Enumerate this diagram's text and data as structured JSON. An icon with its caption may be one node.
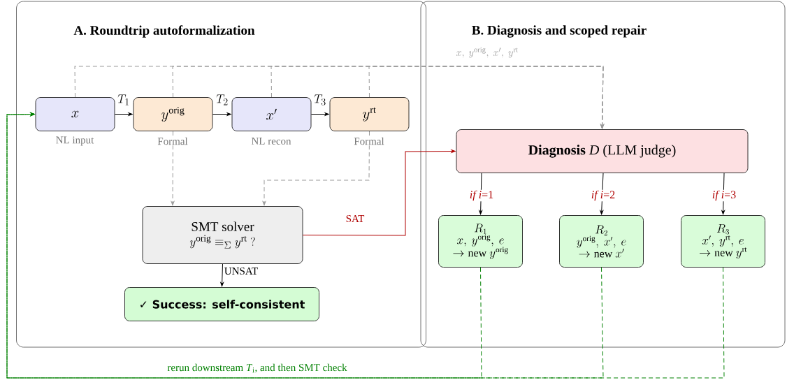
{
  "diagram": {
    "nodes": [
      {
        "text": [
          "A. Roundtrip autoformalization"
        ]
      },
      {
        "text": [
          "B. Diagnosis and scoped repair"
        ]
      },
      {
        "text": [
          "x"
        ],
        "beside": [
          "NL input"
        ],
        "in": 0
      },
      {
        "text": [
          "y^{\\mathrm{orig}}"
        ],
        "beside": [
          "Formal"
        ],
        "in": 0
      },
      {
        "text": [
          "x'"
        ],
        "beside": [
          "NL recon"
        ],
        "in": 0
      },
      {
        "text": [
          "y^{\\mathrm{rt}}"
        ],
        "beside": [
          "Formal"
        ],
        "in": 0
      },
      {
        "text": [
          "SMT solver",
          "y^{\\mathrm{orig}} \\equiv_{\\Sigma} y^{\\mathrm{rt}}\\ ?"
        ],
        "in": 0
      },
      {
        "text": [
          "✓ Success: self-consistent"
        ],
        "in": 0
      },
      {
        "text": [
          "**Diagnosis** *D* (LLM judge)"
        ],
        "in": 1
      },
      {
        "text": [
          "R_1",
          "x,\\ y^{\\mathrm{orig}},\\ e",
          "\\to \\mathrm{new}\\ y^{\\mathrm{orig}}"
        ],
        "in": 1
      },
      {
        "text": [
          "R_2",
          "y^{\\mathrm{orig}},\\ x',\\ e",
          "\\to \\mathrm{new}\\ x'"
        ],
        "in": 1
      },
      {
        "text": [
          "R_3",
          "x',\\ y^{\\mathrm{rt}},\\ e",
          "\\to \\mathrm{new}\\ y^{\\mathrm{rt}}"
        ],
        "in": 1
      }
    ],
    "edges": [
      {
        "from": 2,
        "to": 3,
        "arrow": "to",
        "label": "T_1"
      },
      {
        "from": 3,
        "to": 4,
        "arrow": "to",
        "label": "T_2"
      },
      {
        "from": 4,
        "to": 5,
        "arrow": "to",
        "label": "T_3"
      },
      {
        "from": 2,
        "to": 8,
        "arrow": "to",
        "style": "dashed",
        "color": "#9a9a9a",
        "label": "x,\\ y^{\\mathrm{orig}},\\ x',\\ y^{\\mathrm{rt}}"
      },
      {
        "from": 3,
        "to": 8,
        "arrow": "to",
        "style": "dashed",
        "color": "#9a9a9a"
      },
      {
        "from": 4,
        "to": 8,
        "arrow": "to",
        "style": "dashed",
        "color": "#9a9a9a"
      },
      {
        "from": 5,
        "to": 8,
        "arrow": "to",
        "style": "dashed",
        "color": "#9a9a9a"
      },
      {
        "from": 3,
        "to": 6,
        "arrow": "to",
        "style": "dashed",
        "color": "#9a9a9a"
      },
      {
        "from": 5,
        "to": 6,
        "arrow": "to",
        "style": "dashed",
        "color": "#9a9a9a"
      },
      {
        "from": 6,
        "to": 8,
        "arrow": "to",
        "label": "SAT",
        "color": "#b00000"
      },
      {
        "from": 6,
        "to": 7,
        "arrow": "to",
        "label": "UNSAT"
      },
      {
        "from": 8,
        "to": 9,
        "arrow": "to",
        "label": "*if i*=1"
      },
      {
        "from": 8,
        "to": 10,
        "arrow": "to",
        "label": "*if i*=2"
      },
      {
        "from": 8,
        "to": 11,
        "arrow": "to",
        "label": "*if i*=3"
      },
      {
        "from": 9,
        "to": 2,
        "arrow": "to",
        "style": "dashed",
        "color": "#008000",
        "label": "rerun downstream *T*$_{i}$, and then SMT check"
      },
      {
        "from": 10,
        "to": 2,
        "arrow": "to",
        "style": "dashed",
        "color": "#008000"
      },
      {
        "from": 11,
        "to": 2,
        "arrow": "to",
        "style": "dashed",
        "color": "#008000"
      }
    ]
  }
}
